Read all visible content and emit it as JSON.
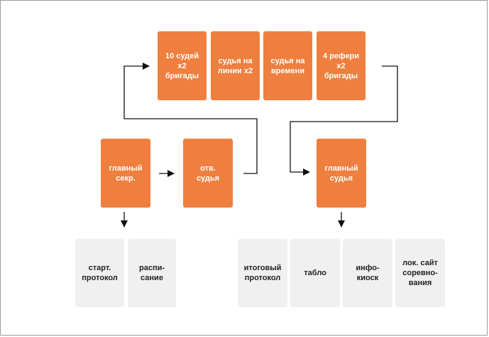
{
  "colors": {
    "accent": "#ef7f3e",
    "tile": "#f0f0f0",
    "line": "#111111"
  },
  "top_boxes": [
    {
      "label": "10 судей\nх2\nбригады"
    },
    {
      "label": "судья на\nлинии х2"
    },
    {
      "label": "судья на\nвремени"
    },
    {
      "label": "4 рефери\nх2\nбригады"
    }
  ],
  "main_secretary": {
    "label": "главный\nсекр."
  },
  "responsible_judge": {
    "label": "отв.\nсудья"
  },
  "chief_judge": {
    "label": "главный\nсудья"
  },
  "left_outputs": [
    {
      "label": "старт.\nпротокол"
    },
    {
      "label": "распи-\nсание"
    }
  ],
  "right_outputs": [
    {
      "label": "итоговый\nпротокол"
    },
    {
      "label": "табло"
    },
    {
      "label": "инфо-\nкиоск"
    },
    {
      "label": "лок. сайт\nсоревно-\nвания"
    }
  ]
}
